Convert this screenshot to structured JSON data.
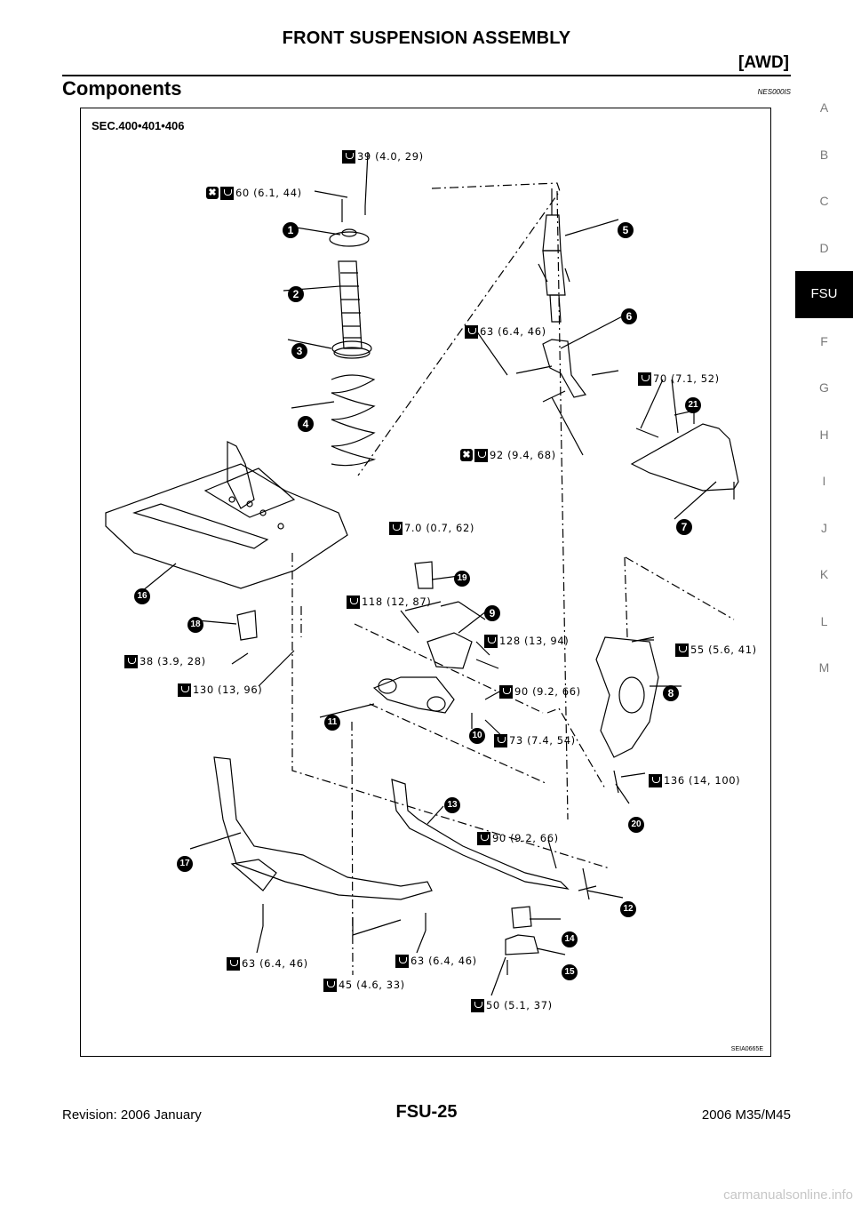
{
  "header": {
    "title": "FRONT SUSPENSION ASSEMBLY",
    "subtitle": "[AWD]"
  },
  "section": {
    "title": "Components",
    "code": "NES000IS"
  },
  "figure": {
    "sec_label": "SEC.400•401•406",
    "code": "SEIA0665E",
    "torques": [
      "39 (4.0, 29)",
      "60 (6.1, 44)",
      "63 (6.4, 46)",
      "70 (7.1, 52)",
      "92 (9.4, 68)",
      "7.0 (0.7, 62)",
      "118 (12, 87)",
      "128 (13, 94)",
      "55 (5.6, 41)",
      "38 (3.9, 28)",
      "130 (13, 96)",
      "90 (9.2, 66)",
      "73 (7.4, 54)",
      "136 (14, 100)",
      "90 (9.2, 66)",
      "63 (6.4, 46)",
      "63 (6.4, 46)",
      "45 (4.6, 33)",
      "50 (5.1, 37)"
    ],
    "callouts": [
      "1",
      "2",
      "3",
      "4",
      "5",
      "6",
      "7",
      "8",
      "9",
      "10",
      "11",
      "12",
      "13",
      "14",
      "15",
      "16",
      "17",
      "18",
      "19",
      "20",
      "21"
    ]
  },
  "side_index": [
    "A",
    "B",
    "C",
    "D",
    "FSU",
    "F",
    "G",
    "H",
    "I",
    "J",
    "K",
    "L",
    "M"
  ],
  "side_index_active": "FSU",
  "footer": {
    "revision": "Revision: 2006 January",
    "page": "FSU-25",
    "model": "2006 M35/M45"
  },
  "watermark": "carmanualsonline.info"
}
